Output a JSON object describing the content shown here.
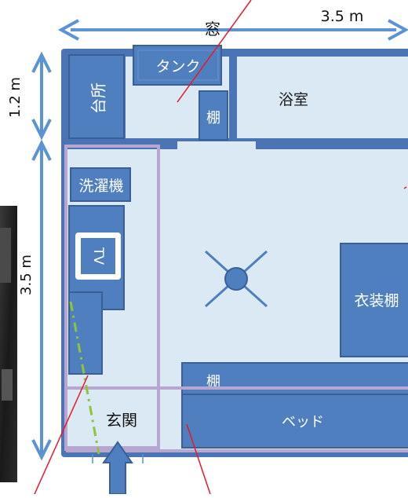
{
  "dimensions": {
    "top_width": "3.5 m",
    "left_upper_height": "1.2 m",
    "left_lower_height": "3.5 m"
  },
  "rooms": {
    "window": "窓",
    "kitchen": "台所",
    "tank": "タンク",
    "shelf_top": "棚",
    "bathroom": "浴室",
    "washing_machine": "洗濯機",
    "tv": "TV",
    "wardrobe": "衣装棚",
    "shelf_bed": "棚",
    "bed": "ベッド",
    "entrance": "玄関"
  },
  "colors": {
    "wall": "#4a74b4",
    "floor": "#dae9f3",
    "furniture": "#4f7fbf",
    "furniture_stroke": "#3a5f96",
    "dimension_arrow": "#5b93d3",
    "highlight_outline": "#b7a6cf",
    "annotation_line": "#e8182a",
    "dash_line": "#8fc43a"
  },
  "icons": {
    "ceiling_light": "ceiling-light-icon",
    "entrance_arrow": "entrance-arrow-icon"
  }
}
